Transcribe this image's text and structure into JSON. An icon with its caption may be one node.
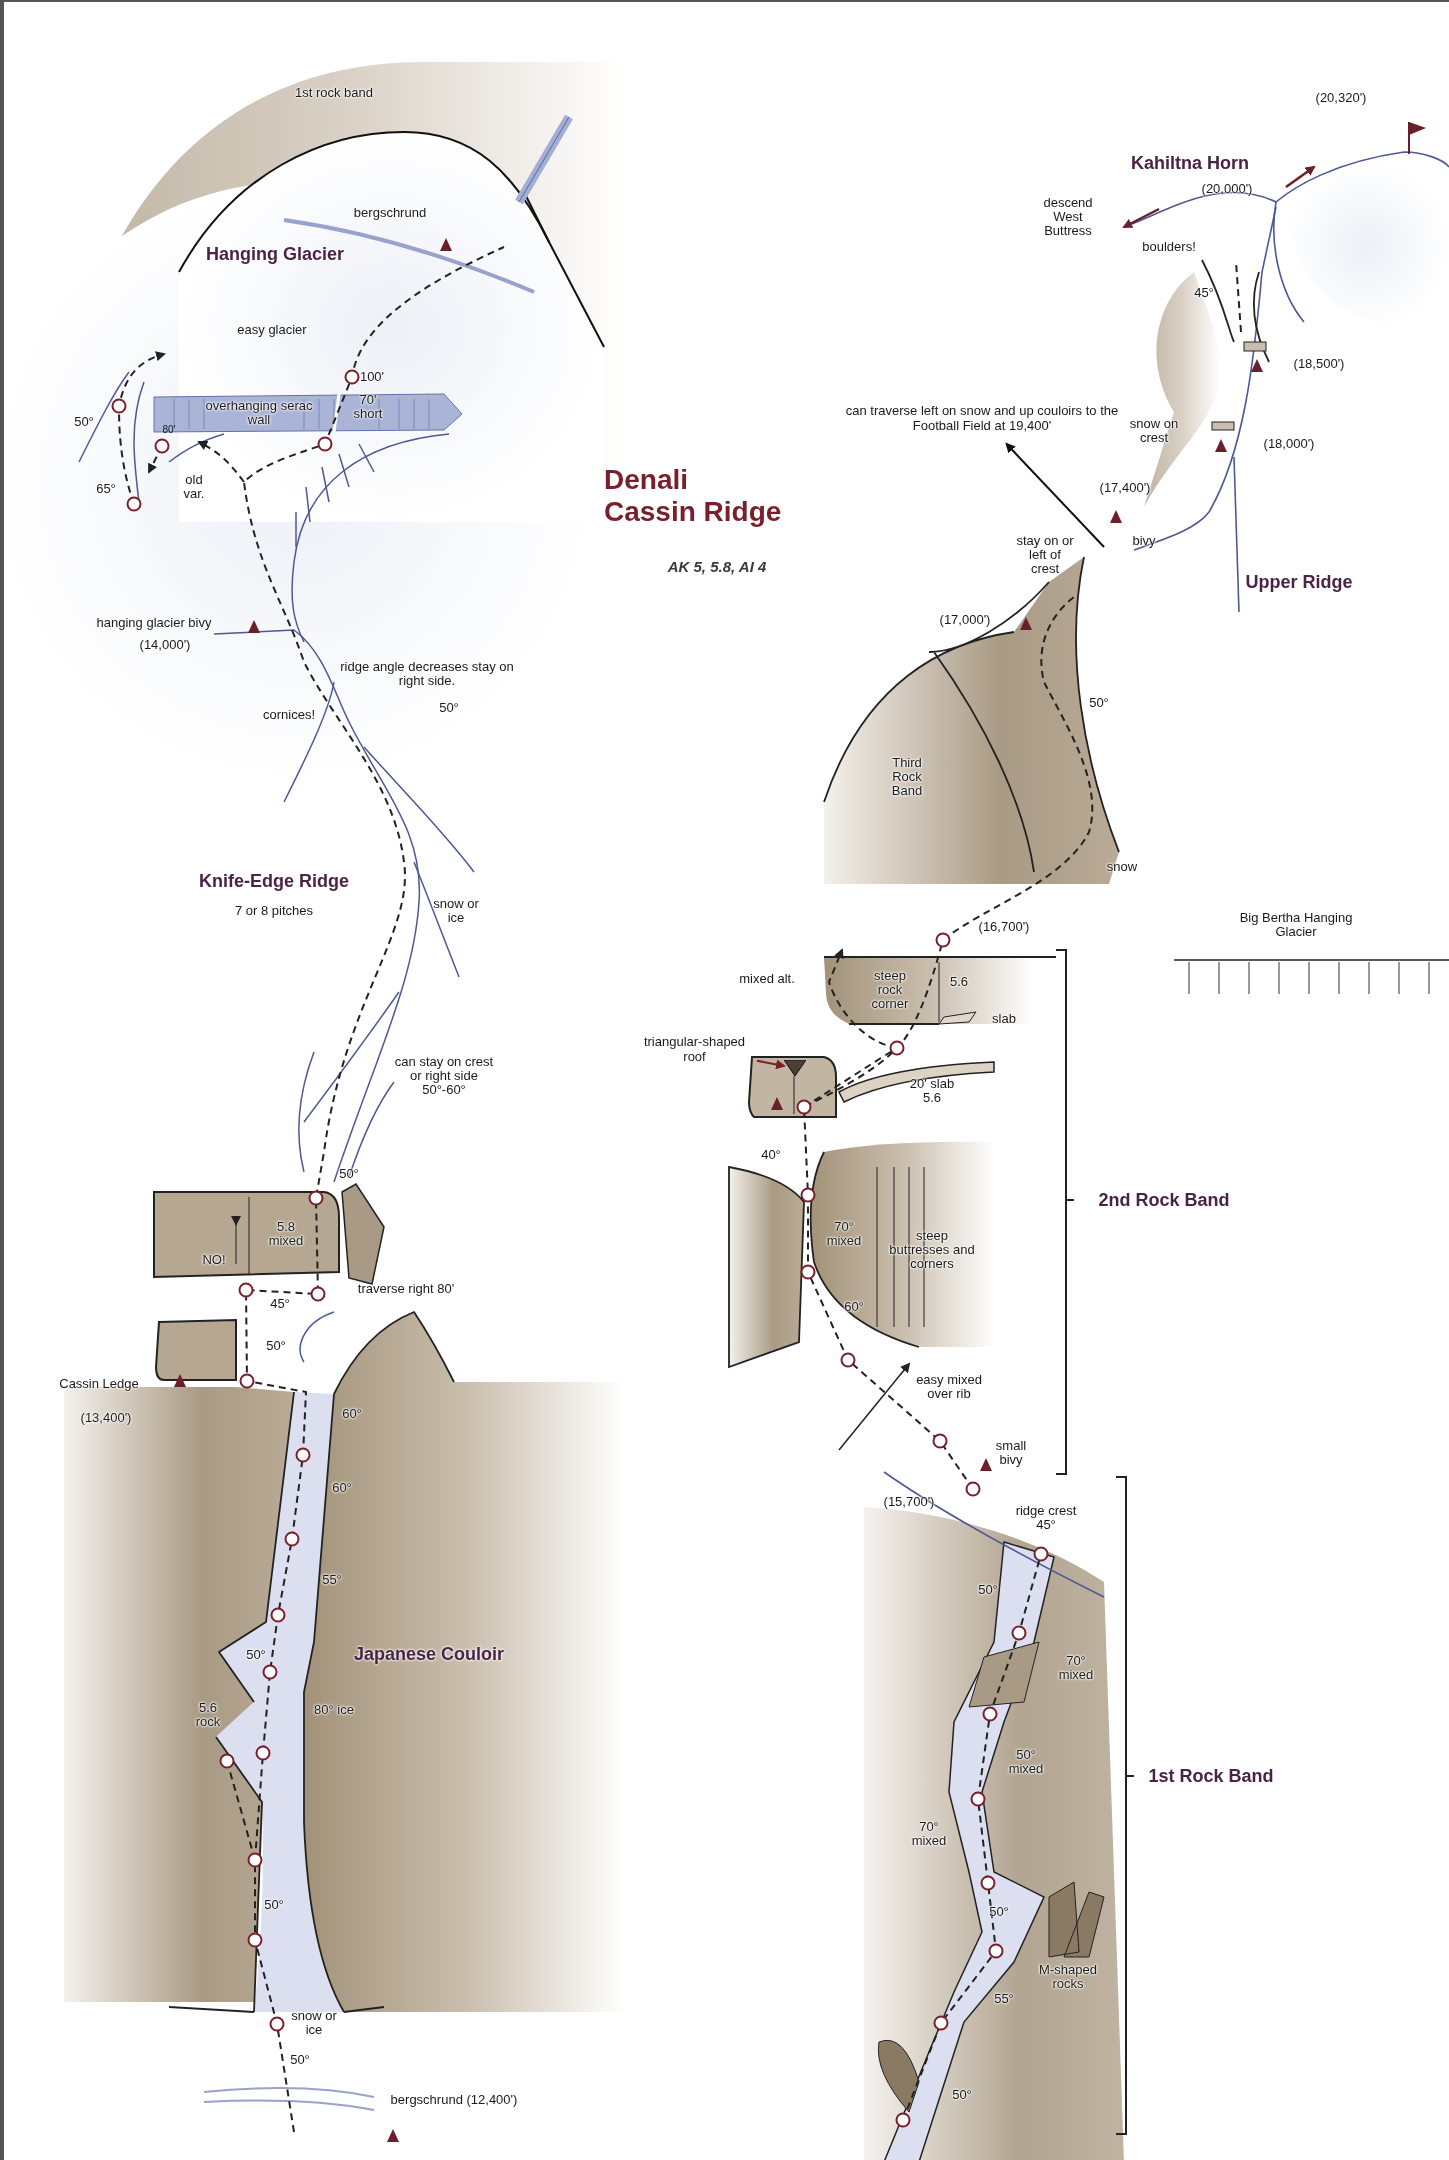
{
  "diagram": {
    "title": "Denali Cassin Ridge",
    "nodes": [
      {
        "text": [
          "triangular-shaped roof"
        ]
      },
      {
        "text": [],
        "shape": "triangle"
      },
      {
        "text": [
          "can traverse left on snow and up couloirs to the Football Field at 19,400'"
        ]
      }
    ],
    "edges": [
      {
        "from": 0,
        "to": 1,
        "arrow": "to",
        "color": "#7a1f2b"
      },
      {
        "from": null,
        "to": 2,
        "arrow": "to",
        "color": "#111111"
      }
    ],
    "labels": [
      "1st rock band",
      "bergschrund",
      "Hanging Glacier",
      "easy glacier",
      "100'",
      "overhanging serac wall",
      "70' short",
      "80'",
      "50°",
      "65°",
      "old var.",
      "hanging glacier bivy",
      "(14,000')",
      "ridge angle decreases stay on right side.",
      "50°",
      "cornices!",
      "Knife-Edge Ridge",
      "7 or 8 pitches",
      "snow or ice",
      "can stay on crest or right side 50°-60°",
      "50°",
      "5.8 mixed",
      "NO!",
      "traverse right 80'",
      "45°",
      "50°",
      "Cassin Ledge",
      "(13,400')",
      "60°",
      "60°",
      "55°",
      "50°",
      "Japanese Couloir",
      "5.6 rock",
      "80° ice",
      "50°",
      "snow or ice",
      "50°",
      "bergschrund (12,400')",
      "AK 5, 5.8, AI 4",
      "(20,320')",
      "Kahiltna Horn",
      "(20,000')",
      "descend West Buttress",
      "boulders!",
      "45°",
      "(18,500')",
      "snow on crest",
      "(18,000')",
      "(17,400')",
      "bivy",
      "stay on or left of crest",
      "Upper Ridge",
      "(17,000')",
      "50°",
      "Third Rock Band",
      "snow",
      "Big Bertha Hanging Glacier",
      "(16,700')",
      "mixed alt.",
      "steep rock corner",
      "5.6",
      "slab",
      "20' slab 5.6",
      "40°",
      "70° mixed",
      "steep buttresses and corners",
      "60°",
      "easy mixed over rib",
      "2nd Rock Band",
      "small bivy",
      "(15,700')",
      "ridge crest 45°",
      "50°",
      "70° mixed",
      "50° mixed",
      "70° mixed",
      "1st Rock Band",
      "50°",
      "M-shaped rocks",
      "55°",
      "50°"
    ]
  }
}
